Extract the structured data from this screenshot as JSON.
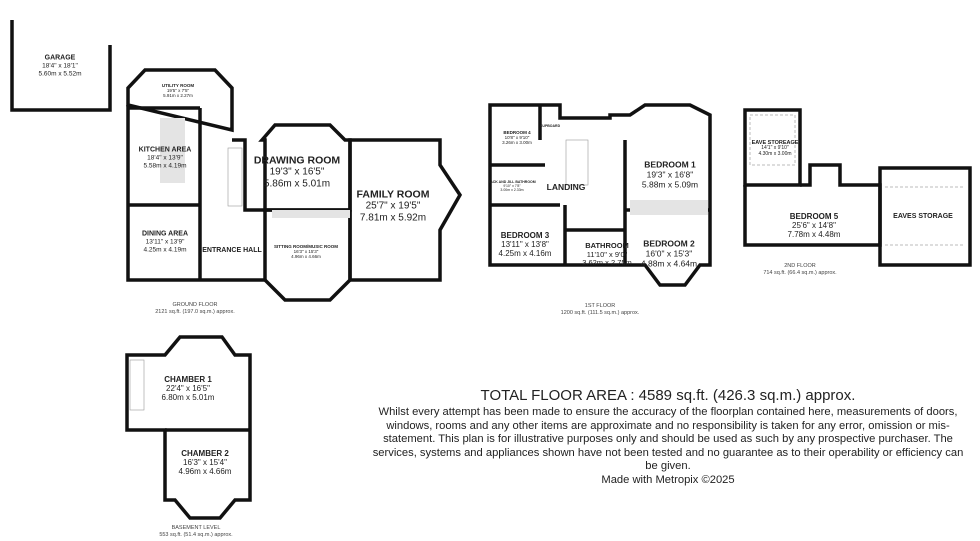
{
  "ground_floor": {
    "caption_title": "GROUND FLOOR",
    "caption_area": "2121 sq.ft. (197.0 sq.m.) approx.",
    "rooms": [
      {
        "name": "GARAGE",
        "imperial": "18'4\" x 18'1\"",
        "metric": "5.60m x 5.52m"
      },
      {
        "name": "UTILITY ROOM",
        "imperial": "19'5\" x 7'5\"",
        "metric": "5.91m x 2.27m"
      },
      {
        "name": "KITCHEN AREA",
        "imperial": "18'4\" x 13'9\"",
        "metric": "5.58m x 4.19m"
      },
      {
        "name": "DINING AREA",
        "imperial": "13'11\" x 13'9\"",
        "metric": "4.25m x 4.19m"
      },
      {
        "name": "ENTRANCE HALL"
      },
      {
        "name": "DRAWING ROOM",
        "imperial": "19'3\" x 16'5\"",
        "metric": "5.86m x 5.01m"
      },
      {
        "name": "SITTING ROOM/MUSIC ROOM",
        "imperial": "16'3\" x 15'3\"",
        "metric": "4.96m x 4.66m"
      },
      {
        "name": "FAMILY ROOM",
        "imperial": "25'7\" x 19'5\"",
        "metric": "7.81m x 5.92m"
      }
    ]
  },
  "first_floor": {
    "caption_title": "1ST FLOOR",
    "caption_area": "1200 sq.ft. (111.5 sq.m.) approx.",
    "rooms": [
      {
        "name": "BEDROOM 4",
        "imperial": "10'8\" x 9'10\"",
        "metric": "3.26m x 3.00m"
      },
      {
        "name": "CUPBOARD"
      },
      {
        "name": "JACK AND JILL BATHROOM",
        "imperial": "9'10\" x 7'8\"",
        "metric": "3.00m x 2.33m"
      },
      {
        "name": "LANDING"
      },
      {
        "name": "BEDROOM 1",
        "imperial": "19'3\" x 16'8\"",
        "metric": "5.88m x 5.09m"
      },
      {
        "name": "BEDROOM 3",
        "imperial": "13'11\" x 13'8\"",
        "metric": "4.25m x 4.16m"
      },
      {
        "name": "BATHROOM",
        "imperial": "11'10\" x 9'0\"",
        "metric": "3.62m x 2.75m"
      },
      {
        "name": "BEDROOM 2",
        "imperial": "16'0\" x 15'3\"",
        "metric": "4.88m x 4.64m"
      }
    ]
  },
  "second_floor": {
    "caption_title": "2ND FLOOR",
    "caption_area": "714 sq.ft. (66.4 sq.m.) approx.",
    "rooms": [
      {
        "name": "EAVE STOREAGE",
        "imperial": "14'1\" x 9'10\"",
        "metric": "4.30m x 3.00m"
      },
      {
        "name": "BEDROOM 5",
        "imperial": "25'6\" x 14'8\"",
        "metric": "7.78m x 4.48m"
      },
      {
        "name": "EAVES STORAGE"
      }
    ]
  },
  "basement": {
    "caption_title": "BASEMENT LEVEL",
    "caption_area": "553 sq.ft. (51.4 sq.m.) approx.",
    "rooms": [
      {
        "name": "CHAMBER 1",
        "imperial": "22'4\" x 16'5\"",
        "metric": "6.80m x 5.01m"
      },
      {
        "name": "CHAMBER 2",
        "imperial": "16'3\" x 15'4\"",
        "metric": "4.96m x 4.66m"
      }
    ]
  },
  "total_floor_area": "TOTAL FLOOR AREA : 4589 sq.ft. (426.3 sq.m.) approx.",
  "disclaimer": "Whilst every attempt has been made to ensure the accuracy of the floorplan contained here, measurements of doors, windows, rooms and any other items are approximate and no responsibility is taken for any error, omission or mis-statement. This plan is for illustrative purposes only and should be used as such by any prospective purchaser. The services, systems and appliances shown have not been tested and no guarantee as to their operability or efficiency can be given.",
  "credit": "Made with Metropix ©2025"
}
